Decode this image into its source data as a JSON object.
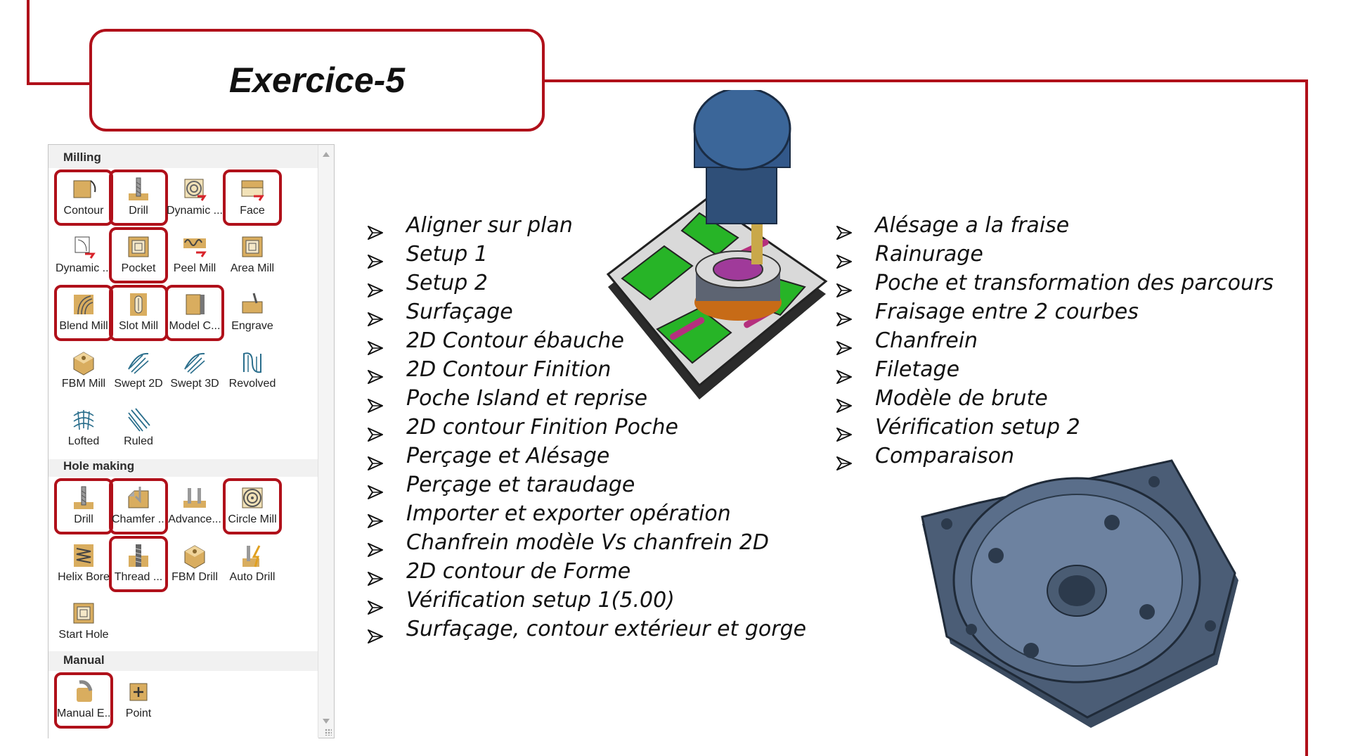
{
  "page": {
    "title": "Exercice-5",
    "accent_color": "#b0101a"
  },
  "palette": {
    "sections": [
      {
        "header": "Milling",
        "tools": [
          {
            "label": "Contour",
            "icon": "contour-icon",
            "highlighted": true
          },
          {
            "label": "Drill",
            "icon": "drill-icon",
            "highlighted": true
          },
          {
            "label": "Dynamic ...",
            "icon": "dynamic-area-icon",
            "highlighted": false
          },
          {
            "label": "Face",
            "icon": "face-icon",
            "highlighted": true
          },
          {
            "label": "Dynamic ...",
            "icon": "dynamic-contour-icon",
            "highlighted": false
          },
          {
            "label": "Pocket",
            "icon": "pocket-icon",
            "highlighted": true
          },
          {
            "label": "Peel Mill",
            "icon": "peel-mill-icon",
            "highlighted": false
          },
          {
            "label": "Area Mill",
            "icon": "area-mill-icon",
            "highlighted": false
          },
          {
            "label": "Blend Mill",
            "icon": "blend-mill-icon",
            "highlighted": true
          },
          {
            "label": "Slot Mill",
            "icon": "slot-mill-icon",
            "highlighted": true
          },
          {
            "label": "Model C...",
            "icon": "model-chamfer-icon",
            "highlighted": true
          },
          {
            "label": "Engrave",
            "icon": "engrave-icon",
            "highlighted": false
          },
          {
            "label": "FBM Mill",
            "icon": "fbm-mill-icon",
            "highlighted": false
          },
          {
            "label": "Swept 2D",
            "icon": "swept-2d-icon",
            "highlighted": false
          },
          {
            "label": "Swept 3D",
            "icon": "swept-3d-icon",
            "highlighted": false
          },
          {
            "label": "Revolved",
            "icon": "revolved-icon",
            "highlighted": false
          },
          {
            "label": "Lofted",
            "icon": "lofted-icon",
            "highlighted": false
          },
          {
            "label": "Ruled",
            "icon": "ruled-icon",
            "highlighted": false
          }
        ]
      },
      {
        "header": "Hole making",
        "tools": [
          {
            "label": "Drill",
            "icon": "hole-drill-icon",
            "highlighted": true
          },
          {
            "label": "Chamfer ...",
            "icon": "chamfer-icon",
            "highlighted": true
          },
          {
            "label": "Advance...",
            "icon": "advanced-drill-icon",
            "highlighted": false
          },
          {
            "label": "Circle Mill",
            "icon": "circle-mill-icon",
            "highlighted": true
          },
          {
            "label": "Helix Bore",
            "icon": "helix-bore-icon",
            "highlighted": false
          },
          {
            "label": "Thread ...",
            "icon": "thread-icon",
            "highlighted": true
          },
          {
            "label": "FBM Drill",
            "icon": "fbm-drill-icon",
            "highlighted": false
          },
          {
            "label": "Auto Drill",
            "icon": "auto-drill-icon",
            "highlighted": false
          },
          {
            "label": "Start Hole",
            "icon": "start-hole-icon",
            "highlighted": false
          }
        ]
      },
      {
        "header": "Manual",
        "tools": [
          {
            "label": "Manual E...",
            "icon": "manual-entry-icon",
            "highlighted": true
          },
          {
            "label": "Point",
            "icon": "point-icon",
            "highlighted": false
          }
        ]
      }
    ]
  },
  "lists": {
    "left": [
      "Aligner sur plan",
      "Setup 1",
      "Setup 2",
      "Surfaçage",
      "2D Contour ébauche",
      "2D Contour Finition",
      "Poche Island et reprise",
      "2D contour Finition Poche",
      "Perçage et Alésage",
      "Perçage et taraudage",
      "Importer et exporter opération",
      "Chanfrein modèle Vs chanfrein 2D",
      "2D contour de Forme",
      "Vérification setup 1(5.00)",
      "Surfaçage, contour extérieur et gorge"
    ],
    "right": [
      "Alésage a la fraise",
      "Rainurage",
      "Poche et transformation des parcours",
      "Fraisage entre 2 courbes",
      "Chanfrein",
      "Filetage",
      "Modèle de brute",
      "Vérification setup 2",
      "Comparaison"
    ]
  }
}
